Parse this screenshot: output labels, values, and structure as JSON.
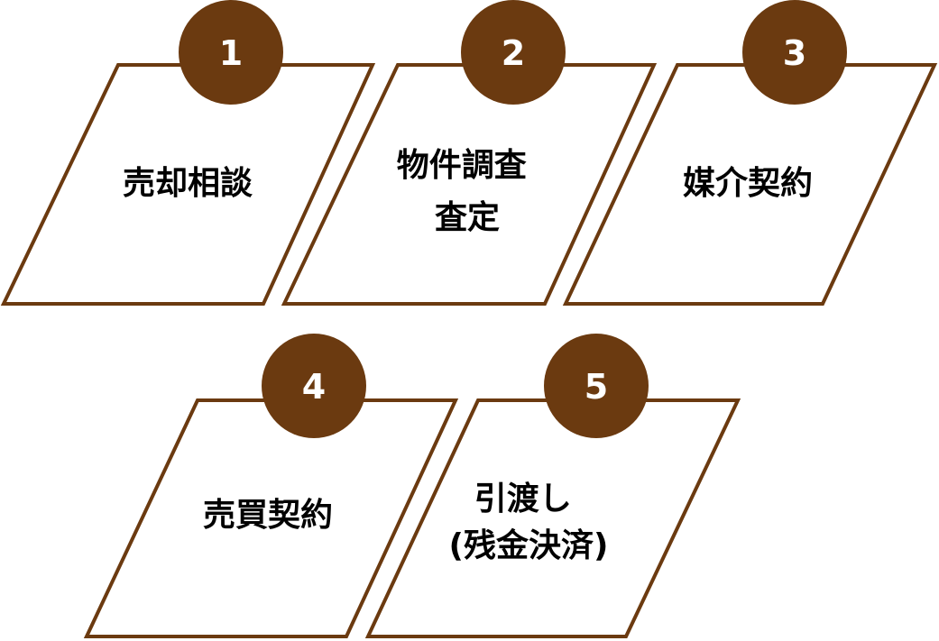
{
  "colors": {
    "accent": "#6b3a10",
    "badge_text": "#ffffff",
    "label_text": "#000000",
    "background": "#ffffff"
  },
  "steps": [
    {
      "number": "1",
      "label_lines": [
        "売却相談"
      ]
    },
    {
      "number": "2",
      "label_lines": [
        "物件調査",
        "査定"
      ]
    },
    {
      "number": "3",
      "label_lines": [
        "媒介契約"
      ]
    },
    {
      "number": "4",
      "label_lines": [
        "売買契約"
      ]
    },
    {
      "number": "5",
      "label_lines": [
        "引渡し",
        "(残金決済)"
      ]
    }
  ]
}
